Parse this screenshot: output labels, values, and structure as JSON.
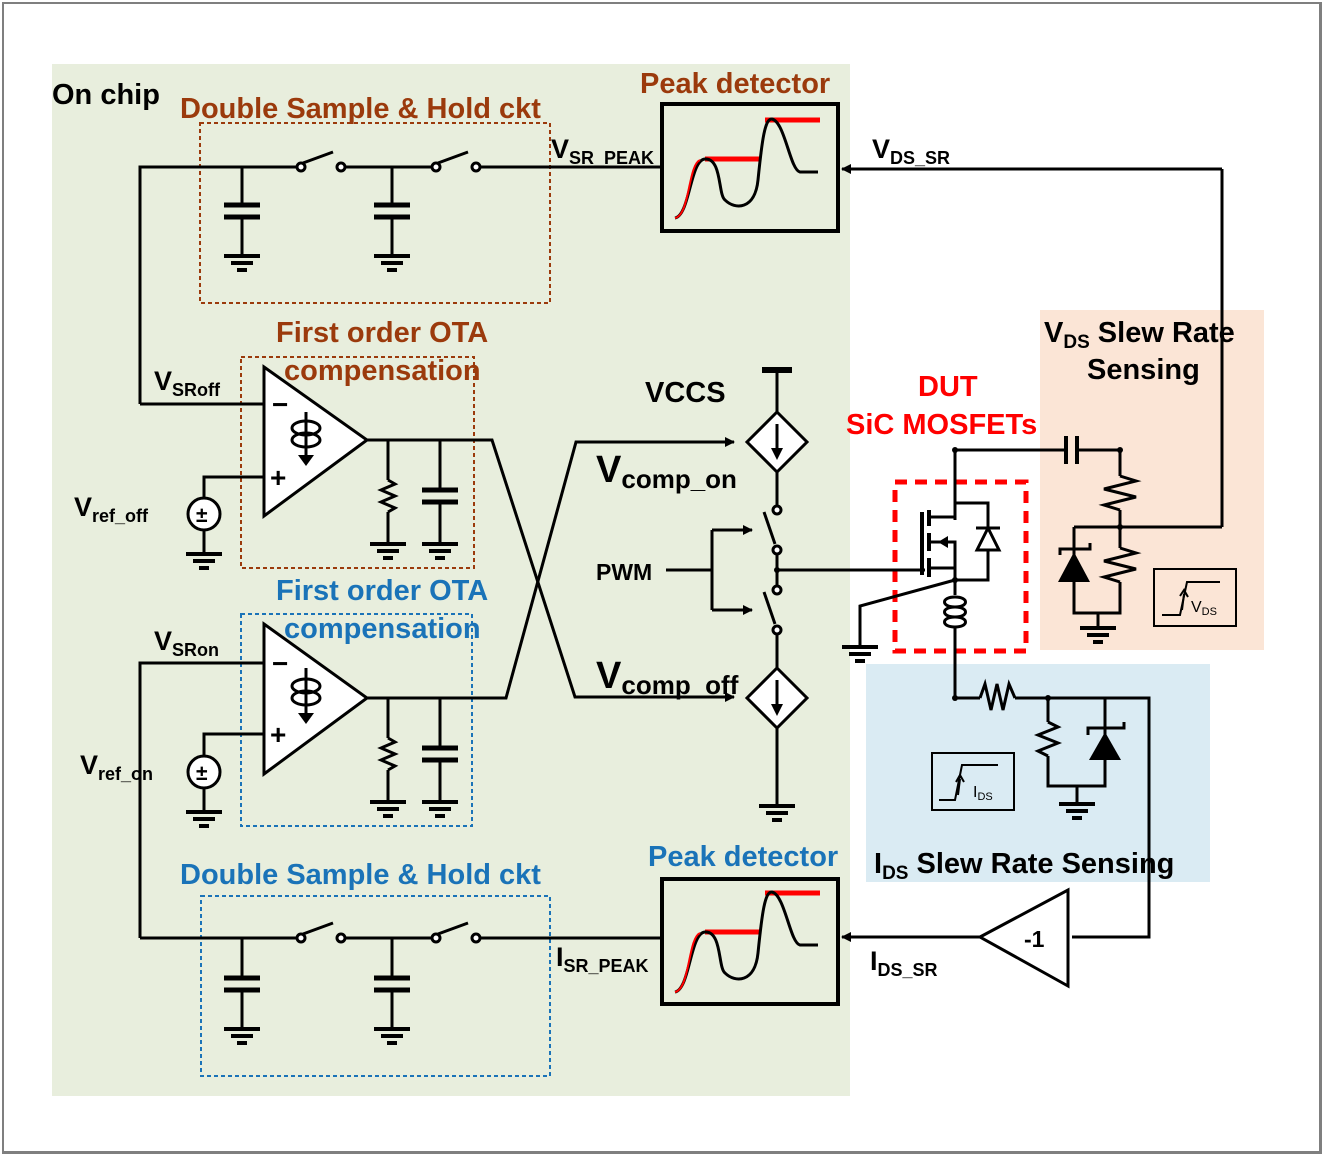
{
  "colors": {
    "on_chip_bg": "#e8eedd",
    "vds_sense_bg": "#fbe5d6",
    "ids_sense_bg": "#daebf3",
    "off_path": "#9b3a0c",
    "on_path": "#1a73b8",
    "dut": "#ff0000",
    "peak_trace": "#ff0000"
  },
  "labels": {
    "on_chip": "On chip",
    "sh_top": "Double Sample & Hold ckt",
    "sh_bottom": "Double Sample & Hold ckt",
    "peak_top": "Peak detector",
    "peak_bottom": "Peak detector",
    "ota_top_1": "First order OTA",
    "ota_top_2": "compensation",
    "ota_bottom_1": "First order OTA",
    "ota_bottom_2": "compensation",
    "vccs": "VCCS",
    "pwm": "PWM",
    "dut_1": "DUT",
    "dut_2": "SiC MOSFETs",
    "vds_sense_1_main": "V",
    "vds_sense_1_sub": "DS",
    "vds_sense_1_rest": " Slew Rate",
    "vds_sense_2": "Sensing",
    "ids_sense_main": "I",
    "ids_sense_sub": "DS",
    "ids_sense_rest": " Slew Rate Sensing",
    "inverter_gain": "-1"
  },
  "signals": {
    "v_sr_peak": {
      "main": "V",
      "sub": "SR_PEAK"
    },
    "v_ds_sr": {
      "main": "V",
      "sub": "DS_SR"
    },
    "v_sroff": {
      "main": "V",
      "sub": "SRoff"
    },
    "v_ref_off": {
      "main": "V",
      "sub": "ref_off"
    },
    "v_sron": {
      "main": "V",
      "sub": "SRon"
    },
    "v_ref_on": {
      "main": "V",
      "sub": "ref_on"
    },
    "v_comp_on": {
      "main": "V",
      "sub": "comp_on"
    },
    "v_comp_off": {
      "main": "V",
      "sub": "comp_off"
    },
    "i_sr_peak": {
      "main": "I",
      "sub": "SR_PEAK"
    },
    "i_ds_sr": {
      "main": "I",
      "sub": "DS_SR"
    },
    "icon_vds": {
      "main": "V",
      "sub": "DS"
    },
    "icon_ids": {
      "main": "I",
      "sub": "DS"
    }
  },
  "opamp_signs": {
    "minus": "−",
    "plus": "+",
    "source": "±"
  }
}
